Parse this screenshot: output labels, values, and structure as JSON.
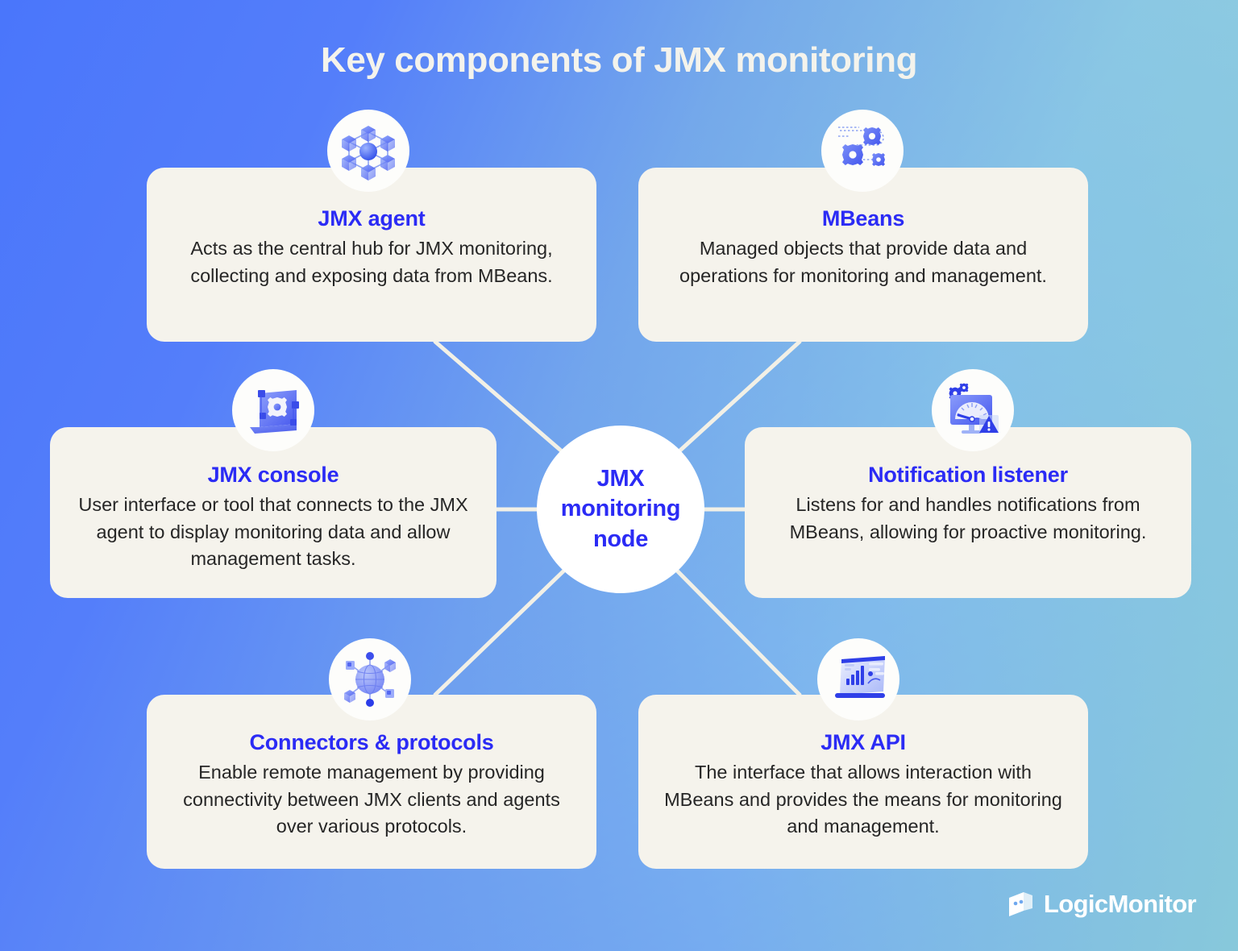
{
  "page": {
    "title": "Key components of JMX monitoring",
    "background_colors": {
      "top_left": "#4a76fb",
      "top_right": "#8bcdd8",
      "bottom_left": "#4a76fb",
      "bottom_right": "#8cc5ec"
    },
    "card_color": "#f5f3ec",
    "heading_color": "#2b2bf5",
    "line_color": "#f2f0e6"
  },
  "center": {
    "line1": "JMX",
    "line2": "monitoring",
    "line3": "node"
  },
  "cards": [
    {
      "id": "jmx-agent",
      "icon": "network-nodes-icon",
      "heading": "JMX agent",
      "body": "Acts as the central hub for JMX monitoring, collecting and exposing data from MBeans."
    },
    {
      "id": "mbeans",
      "icon": "gears-pipeline-icon",
      "heading": "MBeans",
      "body": "Managed objects that provide data and operations for monitoring and management."
    },
    {
      "id": "jmx-console",
      "icon": "laptop-gear-icon",
      "heading": "JMX console",
      "body": "User interface or tool that connects to the JMX agent to display monitoring data and allow management tasks."
    },
    {
      "id": "notification-listener",
      "icon": "monitor-gauge-alert-icon",
      "heading": "Notification listener",
      "body": "Listens for and handles notifications from MBeans, allowing for proactive monitoring."
    },
    {
      "id": "connectors-protocols",
      "icon": "globe-network-icon",
      "heading": "Connectors & protocols",
      "body": "Enable remote management by providing connectivity between JMX clients and agents over various protocols."
    },
    {
      "id": "jmx-api",
      "icon": "laptop-chart-icon",
      "heading": "JMX API",
      "body": "The interface that allows interaction with MBeans and provides the means for monitoring and management."
    }
  ],
  "branding": {
    "logo_mark": "logicmonitor-mark-icon",
    "wordmark": "LogicMonitor"
  }
}
